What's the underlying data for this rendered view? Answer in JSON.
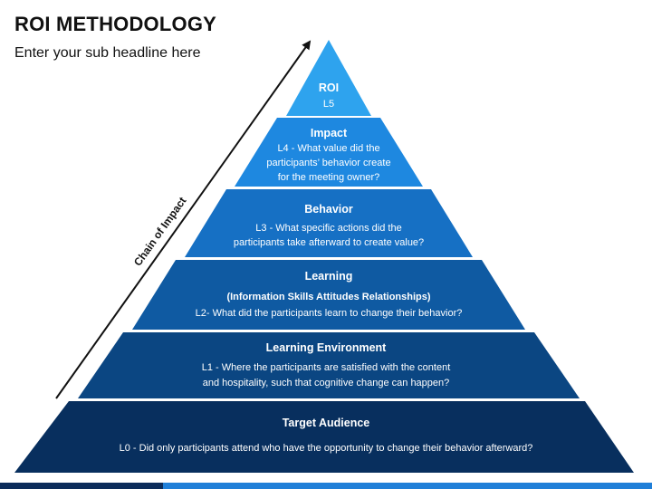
{
  "header": {
    "title": "ROI METHODOLOGY",
    "subtitle": "Enter your sub headline here"
  },
  "arrow": {
    "label": "Chain of Impact"
  },
  "levels": {
    "l5": {
      "title": "ROI",
      "line1": "L5",
      "color": "#2ea3ee"
    },
    "l4": {
      "title": "Impact",
      "line1": "L4 - What value did the",
      "line2": "participants’ behavior create",
      "line3": "for the meeting owner?",
      "color": "#1e88e0"
    },
    "l3": {
      "title": "Behavior",
      "line1": "L3 - What specific actions did the",
      "line2": "participants take afterward to create value?",
      "color": "#1670c4"
    },
    "l2": {
      "title": "Learning",
      "line1": "(Information Skills Attitudes Relationships)",
      "line2": "L2- What did the participants learn to change their behavior?",
      "color": "#0f5aa2"
    },
    "l1": {
      "title": "Learning Environment",
      "line1": "L1 - Where the participants are satisfied with the content",
      "line2": "and hospitality, such that cognitive change can happen?",
      "color": "#0b4682"
    },
    "l0": {
      "title": "Target Audience",
      "line1": "L0 - Did only participants attend who have the opportunity to change their behavior afterward?",
      "color": "#082f5e"
    }
  }
}
